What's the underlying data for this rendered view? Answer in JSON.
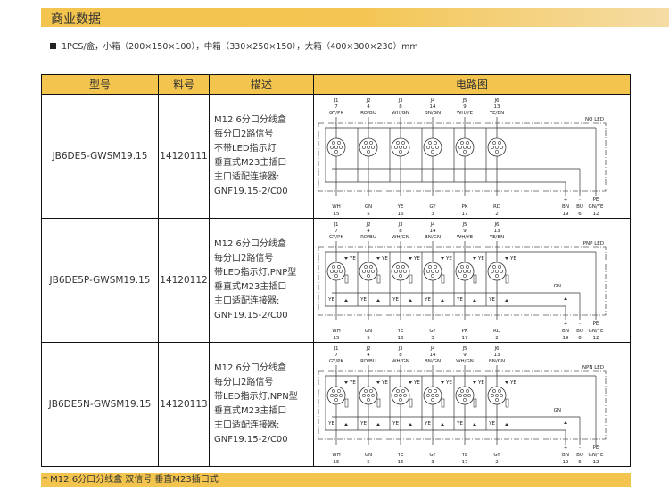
{
  "header": {
    "title": "商业数据"
  },
  "packaging": "1PCS/盒，小箱（200×150×100），中箱（330×250×150），大箱（400×300×230）mm",
  "table": {
    "columns": [
      "型号",
      "料号",
      "描述",
      "电路图"
    ],
    "rows": [
      {
        "model": "JB6DE5-GWSM19.15",
        "part": "14120111",
        "desc": [
          "M12 6分口分线盒",
          "每分口2路信号",
          "不带LED指示灯",
          "垂直式M23主插口",
          "主口适配连接器:",
          "GNF19.15-2/C00"
        ],
        "diagram": {
          "title": "NO LED",
          "led": false,
          "top": [
            [
              "J1",
              "7",
              "GY/PK"
            ],
            [
              "J2",
              "4",
              "RD/BU"
            ],
            [
              "J3",
              "8",
              "WH/GN"
            ],
            [
              "J4",
              "14",
              "BN/GN"
            ],
            [
              "J5",
              "9",
              "WH/YE"
            ],
            [
              "J6",
              "13",
              "YE/BN"
            ]
          ],
          "bottom": [
            [
              "WH",
              "15"
            ],
            [
              "GN",
              "5"
            ],
            [
              "YE",
              "16"
            ],
            [
              "GY",
              "3"
            ],
            [
              "PK",
              "17"
            ],
            [
              "RD",
              "2"
            ]
          ],
          "power": [
            [
              "+",
              "BN",
              "19"
            ],
            [
              "-",
              "BU",
              "6"
            ],
            [
              "PE",
              "GN/YE",
              "12"
            ]
          ]
        }
      },
      {
        "model": "JB6DE5P-GWSM19.15",
        "part": "14120112",
        "desc": [
          "M12 6分口分线盒",
          "每分口2路信号",
          "带LED指示灯,PNP型",
          "垂直式M23主插口",
          "主口适配连接器:",
          "GNF19.15-2/C00"
        ],
        "diagram": {
          "title": "PNP LED",
          "led": true,
          "led_label": "YE",
          "gn_label": "GN",
          "top": [
            [
              "J1",
              "7",
              "GY/PK"
            ],
            [
              "J2",
              "4",
              "RD/BU"
            ],
            [
              "J3",
              "8",
              "WH/GN"
            ],
            [
              "J4",
              "14",
              "BN/GN"
            ],
            [
              "J5",
              "9",
              "WH/YE"
            ],
            [
              "J6",
              "13",
              "YE/BN"
            ]
          ],
          "bottom": [
            [
              "WH",
              "15"
            ],
            [
              "GN",
              "5"
            ],
            [
              "YE",
              "16"
            ],
            [
              "GY",
              "3"
            ],
            [
              "PK",
              "17"
            ],
            [
              "RD",
              "2"
            ]
          ],
          "power": [
            [
              "+",
              "BN",
              "19"
            ],
            [
              "-",
              "BU",
              "6"
            ],
            [
              "PE",
              "GN/YE",
              "12"
            ]
          ]
        }
      },
      {
        "model": "JB6DE5N-GWSM19.15",
        "part": "14120113",
        "desc": [
          "M12 6分口分线盒",
          "每分口2路信号",
          "带LED指示灯,NPN型",
          "垂直式M23主插口",
          "主口适配连接器:",
          "GNF19.15-2/C00"
        ],
        "diagram": {
          "title": "NPN LED",
          "led": true,
          "led_label": "YE",
          "gn_label": "GN",
          "top": [
            [
              "J1",
              "7",
              "GY/PK"
            ],
            [
              "J2",
              "4",
              "RD/BU"
            ],
            [
              "J3",
              "8",
              "WH/GN"
            ],
            [
              "J4",
              "14",
              "BN/GN"
            ],
            [
              "J5",
              "9",
              "WH/GN"
            ],
            [
              "J6",
              "13",
              "BN/GN"
            ]
          ],
          "bottom": [
            [
              "WH",
              "15"
            ],
            [
              "GN",
              "5"
            ],
            [
              "YE",
              "16"
            ],
            [
              "GY",
              "3"
            ],
            [
              "YE",
              "17"
            ],
            [
              "GY",
              "2"
            ]
          ],
          "power": [
            [
              "+",
              "BN",
              "19"
            ],
            [
              "-",
              "BU",
              "6"
            ],
            [
              "PE",
              "GN/YE",
              "12"
            ]
          ]
        }
      }
    ]
  },
  "footer": "* M12 6分口分线盒 双信号 垂直M23插口式"
}
